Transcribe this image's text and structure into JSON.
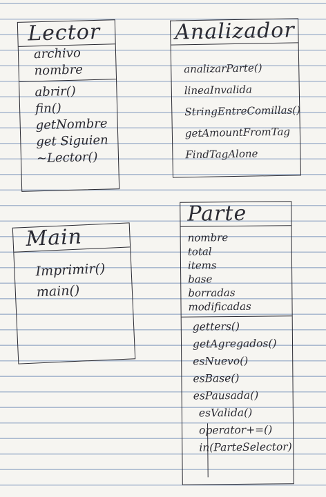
{
  "classes": {
    "lector": {
      "name": "Lector",
      "attributes": [
        "archivo",
        "nombre"
      ],
      "methods": [
        "abrir()",
        "fin()",
        "getNombre",
        "get Siguien",
        "~Lector()"
      ]
    },
    "analizador": {
      "name": "Analizador",
      "attributes": [],
      "methods": [
        "analizarParte()",
        "lineaInvalida",
        "StringEntreComillas()",
        "getAmountFromTag",
        "FindTagAlone"
      ]
    },
    "main": {
      "name": "Main",
      "attributes": [],
      "methods": [
        "Imprimir()",
        "main()"
      ]
    },
    "parte": {
      "name": "Parte",
      "attributes": [
        "nombre",
        "total",
        "items",
        "base",
        "borradas",
        "modificadas"
      ],
      "methods": [
        "getters()",
        "getAgregados()",
        "esNuevo()",
        "esBase()",
        "esPausada()",
        "esValida()",
        "operator+=()",
        "in(ParteSelector)"
      ]
    }
  }
}
